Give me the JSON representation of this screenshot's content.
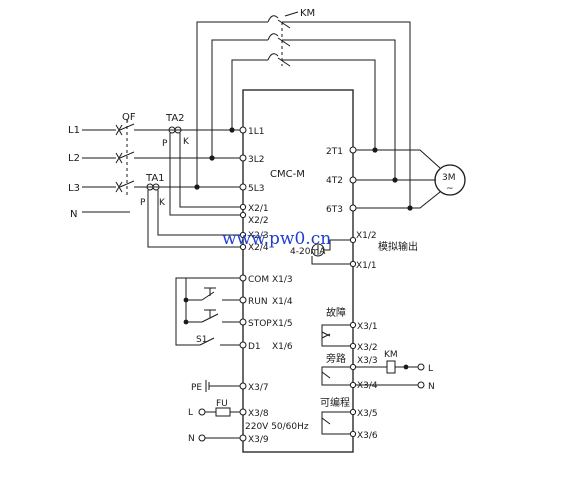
{
  "contactor_top_label": "KM",
  "line_labels": [
    "L1",
    "L2",
    "L3",
    "N"
  ],
  "breaker_label": "QF",
  "ct_labels": {
    "ta2": "TA2",
    "ta1": "TA1",
    "p1": "P",
    "k1": "K",
    "p2": "P",
    "k2": "K"
  },
  "controller_model": "CMC-M",
  "input_terminals": [
    "1L1",
    "3L2",
    "5L3"
  ],
  "output_terminals": [
    "2T1",
    "4T2",
    "6T3"
  ],
  "motor_label": "3M",
  "ct_terminals": [
    "X2/1",
    "X2/2",
    "X2/3",
    "X2/4"
  ],
  "analog": {
    "label": "4-20mA",
    "term1": "X1/2",
    "term2": "X1/1",
    "caption": "模拟输出"
  },
  "control_terminals": [
    {
      "name": "COM",
      "term": "X1/3"
    },
    {
      "name": "RUN",
      "term": "X1/4"
    },
    {
      "name": "STOP",
      "term": "X1/5"
    },
    {
      "name": "D1",
      "term": "X1/6"
    }
  ],
  "switch_label": "S1",
  "relay_outputs": [
    {
      "caption": "故障",
      "t1": "X3/1",
      "t2": "X3/2"
    },
    {
      "caption": "旁路",
      "t1": "X3/3",
      "t2": "X3/4"
    },
    {
      "caption": "可编程",
      "t1": "X3/5",
      "t2": "X3/6"
    }
  ],
  "relay_coil": {
    "label": "KM",
    "l": "L",
    "n": "N"
  },
  "power": {
    "pe": "PE",
    "pe_term": "X3/7",
    "l": "L",
    "fuse": "FU",
    "l_term": "X3/8",
    "n": "N",
    "n_term": "X3/9",
    "supply": "220V 50/60Hz"
  },
  "watermark": "www.pw0.cn"
}
